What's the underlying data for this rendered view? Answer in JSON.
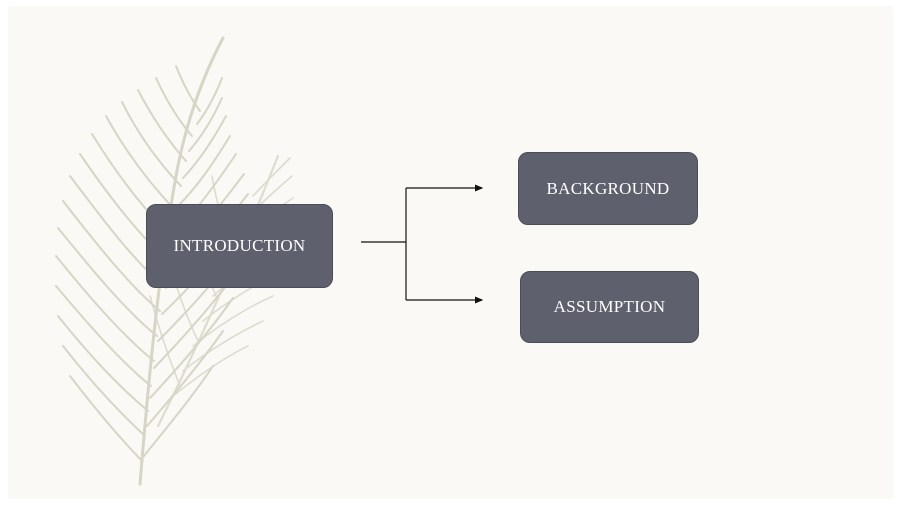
{
  "diagram": {
    "root": {
      "label": "INTRODUCTION"
    },
    "children": [
      {
        "label": "BACKGROUND"
      },
      {
        "label": "ASSUMPTION"
      }
    ]
  },
  "colors": {
    "slide_background": "#faf9f5",
    "box_fill": "#5e606d",
    "box_text": "#ffffff",
    "connector": "#111111",
    "feather": "#d6d5c6"
  },
  "decoration": {
    "icon": "feather-icon"
  }
}
